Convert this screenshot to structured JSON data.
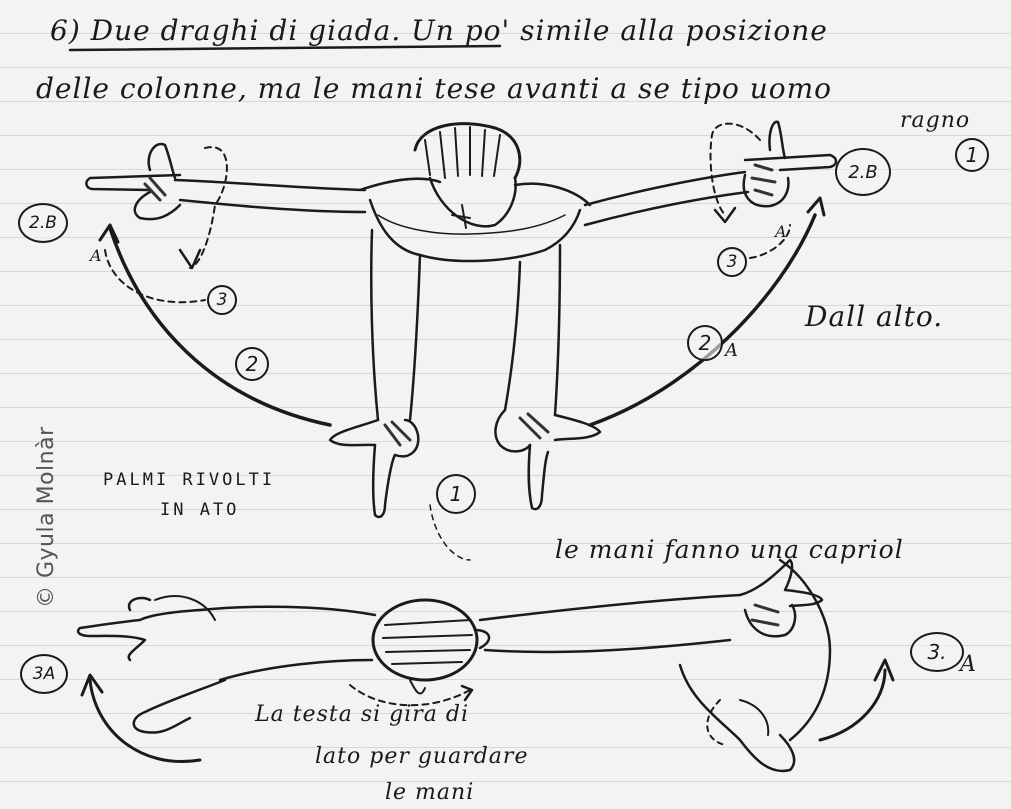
{
  "heading": {
    "line1": "6) Due draghi di giada. Un po' simile alla posizione",
    "line2": "delle colonne, ma le mani tese avanti a se tipo uomo",
    "line3": "ragno"
  },
  "labels": {
    "view_note": "Dall alto.",
    "palms_line1": "PALMI RIVOLTI",
    "palms_line2": "IN ATO",
    "hands_note": "le mani fanno una capriol",
    "head_line1": "La testa si gira di",
    "head_line2": "lato per guardare",
    "head_line3": "le mani"
  },
  "markers": {
    "top_right": "1",
    "left_2b": "2.B",
    "right_2b": "2.B",
    "left_3": "3",
    "right_3": "3",
    "left_2": "2",
    "right_2": "2",
    "right_2_a": "A",
    "left_a": "A",
    "right_a": "A",
    "center_1": "1",
    "bottom_left_3a": "3A",
    "bottom_right_3a": "3.",
    "bottom_right_a": "A"
  },
  "credit": "© Gyula Molnàr"
}
